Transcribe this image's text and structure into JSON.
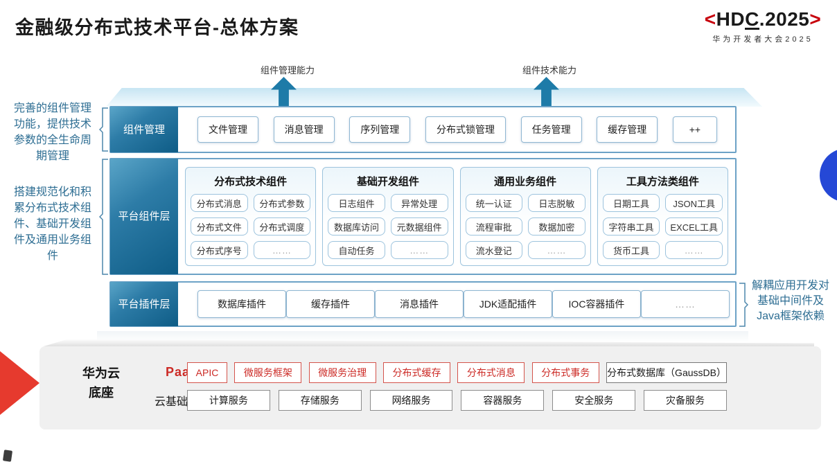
{
  "title": "金融级分布式技术平台-总体方案",
  "logo": {
    "open": "<",
    "hd": "HD",
    "c": "C",
    "tail": ".2025",
    "close": ">",
    "subtitle": "华为开发者大会2025"
  },
  "capabilities": {
    "left": "组件管理能力",
    "right": "组件技术能力"
  },
  "notes": {
    "left_top": "完善的组件管理功能，提供技术参数的全生命周期管理",
    "left_bottom": "搭建规范化和积累分布式技术组件、基础开发组件及通用业务组件",
    "right": "解耦应用开发对基础中间件及Java框架依赖"
  },
  "component_mgmt_row": {
    "label": "组件管理",
    "items": [
      "文件管理",
      "消息管理",
      "序列管理",
      "分布式锁管理",
      "任务管理",
      "缓存管理",
      "++"
    ]
  },
  "platform_component_row": {
    "label": "平台组件层",
    "columns": [
      {
        "title": "分布式技术组件",
        "items": [
          "分布式消息",
          "分布式参数",
          "分布式文件",
          "分布式调度",
          "分布式序号",
          "……"
        ]
      },
      {
        "title": "基础开发组件",
        "items": [
          "日志组件",
          "异常处理",
          "数据库访问",
          "元数据组件",
          "自动任务",
          "……"
        ]
      },
      {
        "title": "通用业务组件",
        "items": [
          "统一认证",
          "日志脱敏",
          "流程审批",
          "数据加密",
          "流水登记",
          "……"
        ]
      },
      {
        "title": "工具方法类组件",
        "items": [
          "日期工具",
          "JSON工具",
          "字符串工具",
          "EXCEL工具",
          "货币工具",
          "……"
        ]
      }
    ]
  },
  "plugin_row": {
    "label": "平台插件层",
    "items": [
      "数据库插件",
      "缓存插件",
      "消息插件",
      "JDK适配插件",
      "IOC容器插件",
      "……"
    ]
  },
  "foundation": {
    "label_line1": "华为云",
    "label_line2": "底座",
    "paas_label": "PaaS",
    "paas_items": [
      "APIC",
      "微服务框架",
      "微服务治理",
      "分布式缓存",
      "分布式消息",
      "分布式事务"
    ],
    "paas_neutral_item": "分布式数据库（GaussDB）",
    "iaas_label": "云基础服务",
    "iaas_items": [
      "计算服务",
      "存储服务",
      "网络服务",
      "容器服务",
      "安全服务",
      "灾备服务"
    ]
  },
  "colors": {
    "hdc_red": "#C7000B",
    "arrow_teal": "#1e7ba8",
    "row_label_gradient_start": "#5aa5c8",
    "row_label_gradient_end": "#0e5c86",
    "row_border": "#6ca2c6",
    "paas_red": "#cc2a25",
    "note_blue": "#2e6e93",
    "decoration_blue": "#2548d6",
    "red_arrow": "#e63a2e"
  }
}
